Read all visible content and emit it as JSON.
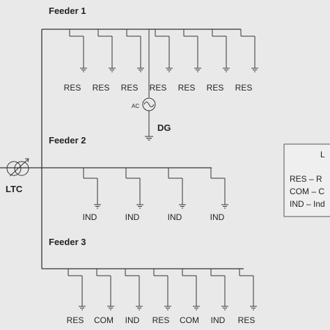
{
  "feeders": [
    {
      "title": "Feeder 1",
      "loads": [
        "RES",
        "RES",
        "RES",
        "RES",
        "RES",
        "RES",
        "RES"
      ]
    },
    {
      "title": "Feeder 2",
      "loads": [
        "IND",
        "IND",
        "IND",
        "IND"
      ]
    },
    {
      "title": "Feeder 3",
      "loads": [
        "RES",
        "COM",
        "IND",
        "RES",
        "COM",
        "IND",
        "RES"
      ]
    }
  ],
  "transformer_label": "LTC",
  "dg": {
    "label": "DG",
    "source_label": "AC"
  },
  "legend": {
    "title": "L",
    "items": [
      "RES – R",
      "COM – C",
      "IND – Ind"
    ]
  }
}
